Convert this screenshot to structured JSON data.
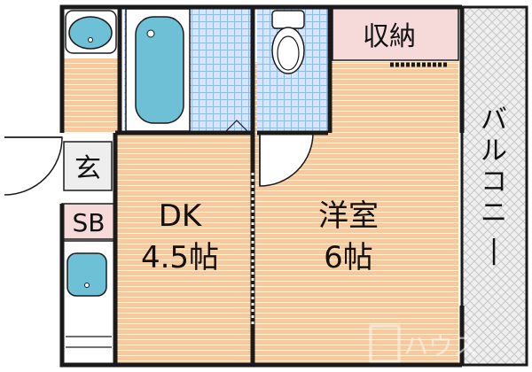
{
  "plan": {
    "rooms": {
      "dk": {
        "name": "DK",
        "size": "4.5帖"
      },
      "western": {
        "name": "洋室",
        "size": "6帖"
      },
      "storage": {
        "name": "収納"
      },
      "balcony": {
        "name": "バルコニー"
      },
      "entrance": {
        "name": "玄"
      },
      "shoebox": {
        "name": "SB"
      }
    },
    "watermark": "ハウス",
    "colors": {
      "floor_wood": "#f6c9a0",
      "floor_wood_line": "#ffffff",
      "tile": "#d7e7fb",
      "tile_line": "#93b9ea",
      "storage": "#f6dada",
      "balcony": "#eeeeee",
      "fixture_blue": "#6dc0d6",
      "wall": "#1a1a1a"
    }
  }
}
